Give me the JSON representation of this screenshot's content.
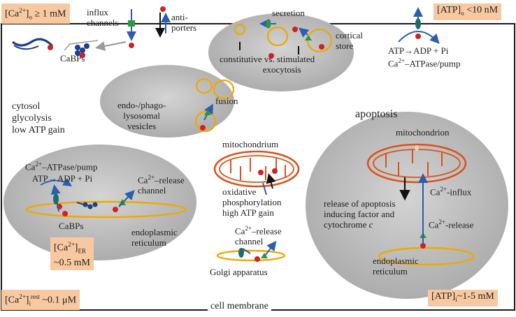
{
  "corner_boxes": {
    "ca_out": {
      "pre": "[Ca",
      "sup": "2+",
      "post": "]",
      "sub": "o",
      "tail": " ≥ 1 mM"
    },
    "atp_out": {
      "pre": "[ATP]",
      "sub": "o",
      "tail": " <10 nM"
    },
    "ca_rest": {
      "pre": "[Ca",
      "sup": "2+",
      "post": "]",
      "sub": "i",
      "sup2": "rest",
      "tail": " ~0.1 μM"
    },
    "atp_in": {
      "pre": "[ATP]",
      "sub": "i",
      "tail": "~1-5 mM"
    },
    "ca_er": {
      "pre": "[Ca",
      "sup": "2+",
      "post": "]",
      "sub": "ER",
      "line2": "~0.5 mM"
    }
  },
  "labels": {
    "influx_channels": [
      "influx",
      "channels"
    ],
    "anti_porters": [
      "anti-",
      "porters"
    ],
    "cabps_top": "CaBPs",
    "secretion": "secretion",
    "cortical_store": [
      "cortical",
      "store"
    ],
    "exocytosis": [
      "constitutive vs. stimulated",
      "exocytosis"
    ],
    "atp_pump_out": [
      "ATP→ADP + Pi",
      "–ATPase/pump"
    ],
    "cytosol": [
      "cytosol",
      "glycolysis",
      "low ATP gain"
    ],
    "endo": [
      "endo-/phago-",
      "lysosomal",
      "vesicles"
    ],
    "fusion": "fusion",
    "er_pump": [
      "–ATPase/pump",
      "ATP→ADP + Pi"
    ],
    "ca_release_er": [
      "–release",
      "channel"
    ],
    "cabps_er": "CaBPs",
    "er_name": [
      "endoplasmic",
      "reticulum"
    ],
    "mito_name": "mitochondrium",
    "oxphos": [
      "oxidative",
      "phosphorylation",
      "high ATP gain"
    ],
    "golgi_release": [
      "–release",
      "channel"
    ],
    "golgi": "Golgi apparatus",
    "apoptosis": "apoptosis",
    "mito_apop": "mitochondrion",
    "release_apop": [
      "release of apoptosis",
      "inducing factor and",
      "cytochrome"
    ],
    "cyt_c": "c",
    "ca_influx": "-influx",
    "ca_release_apop": "-release",
    "er_apop": [
      "endoplasmic",
      "reticulum"
    ],
    "cell_membrane": "cell membrane",
    "ca_prefix": "Ca",
    "sup_2plus": "2+"
  },
  "colors": {
    "membrane": "#1a1a1a",
    "organelle_fill": "#c8c8c8",
    "vesicle": "#f0a800",
    "mito": "#d9531e",
    "arrow_blue": "#2a5fae",
    "ion_red": "#d42020",
    "cabp_blue": "#1e3f8c",
    "channel_green": "#2a9a3a",
    "box_fill": "#f8c9a0"
  }
}
